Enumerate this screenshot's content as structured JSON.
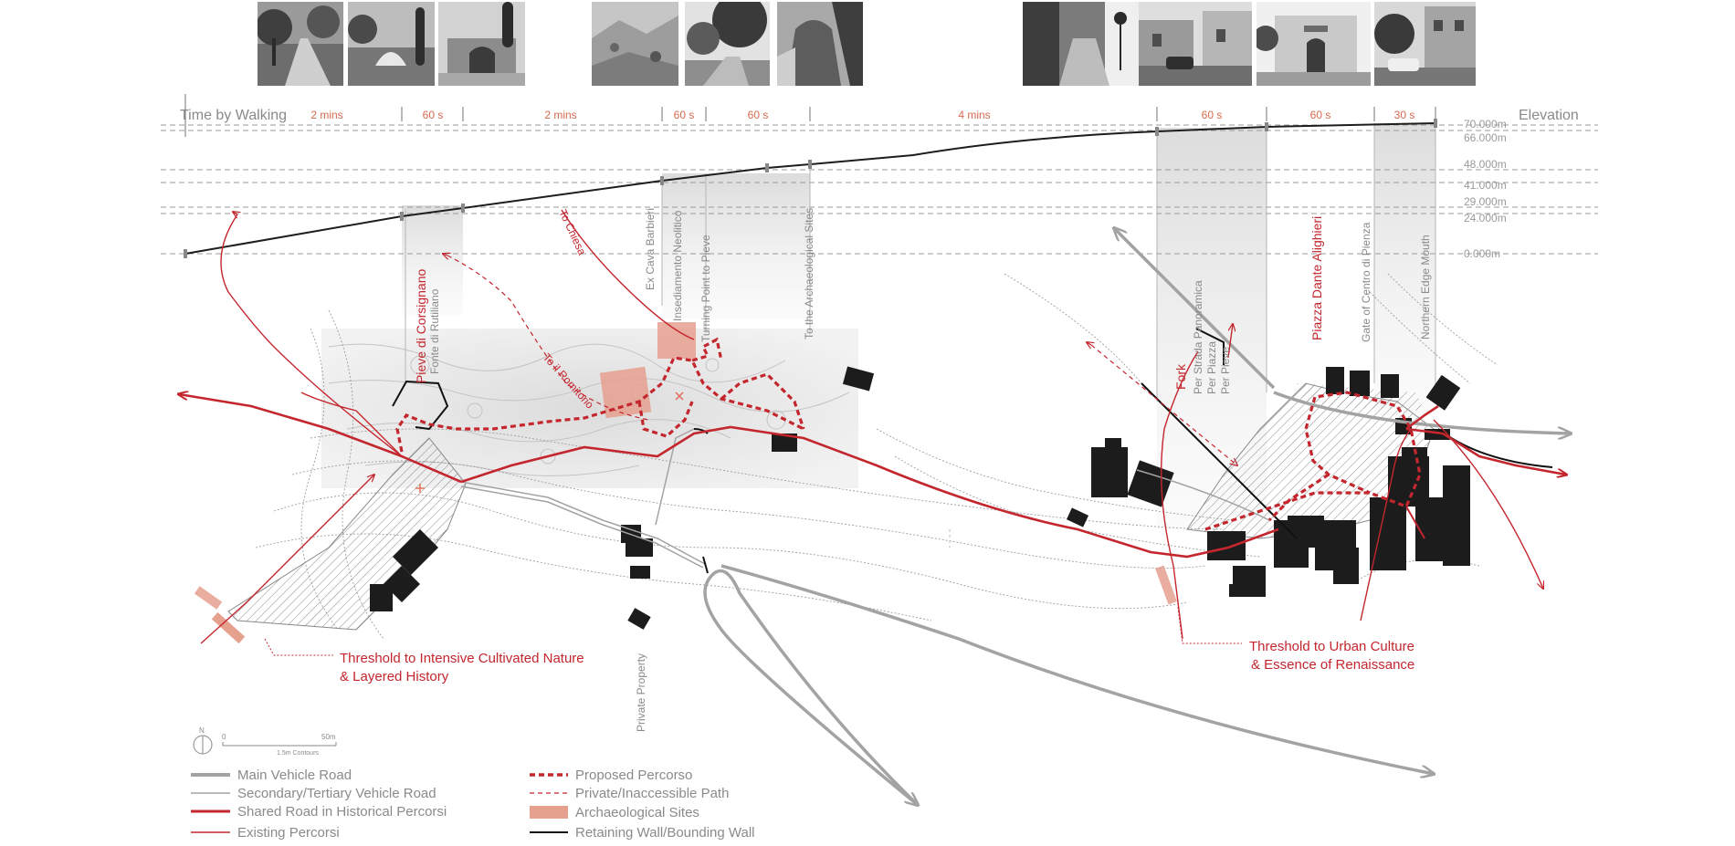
{
  "photos": [
    {
      "id": "p1",
      "subject": "country-lane-trees"
    },
    {
      "id": "p2",
      "subject": "stone-arch-cypress"
    },
    {
      "id": "p3",
      "subject": "stone-fountain"
    },
    {
      "id": "p4",
      "subject": "rocky-quarry"
    },
    {
      "id": "p5",
      "subject": "woodland-path"
    },
    {
      "id": "p6",
      "subject": "rock-outcrop"
    },
    {
      "id": "p7",
      "subject": "narrow-street-sign"
    },
    {
      "id": "p8",
      "subject": "village-road"
    },
    {
      "id": "p9",
      "subject": "town-gate-building"
    },
    {
      "id": "p10",
      "subject": "town-street"
    }
  ],
  "header": {
    "time_label": "Time by Walking",
    "elevation_label": "Elevation"
  },
  "walking_times": [
    "2 mins",
    "60 s",
    "2 mins",
    "60 s",
    "60 s",
    "4 mins",
    "60 s",
    "60 s",
    "30 s"
  ],
  "elevations": [
    "70.000m",
    "66.000m",
    "48.000m",
    "41.000m",
    "29.000m",
    "24.000m",
    "0.000m"
  ],
  "waypoints": {
    "pieve": "Pieve di Corsignano",
    "fonte": "Fonte di Rutiliano",
    "to_chiesa": "To Chiesa",
    "to_romitorio": "To il Romitorio",
    "ex_cava": "Ex Cava Barbieri",
    "insediamento": "Insediamento Neolitico",
    "turning_point": "Turning Point to Pieve",
    "archaeological": "To the Archaeological Sites",
    "fork": "Fork",
    "per_strada": "Per Strada Panoramica",
    "per_piazza": "Per Piazza",
    "per_pieve": "Per Pieve",
    "piazza": "Piazza Dante Alighieri",
    "gate": "Gate of Centro di Pienza",
    "northern": "Northern Edge Mouth",
    "private_property": "Private Property"
  },
  "thresholds": {
    "left_line1": "Threshold to Intensive Cultivated Nature",
    "left_line2": "& Layered History",
    "right_line1": "Threshold to Urban Culture",
    "right_line2": "& Essence of Renaissance"
  },
  "scale": {
    "north": "N",
    "start": "0",
    "end": "50m",
    "contours": "1.5m Contours"
  },
  "legend": {
    "left": [
      {
        "label": "Main Vehicle Road",
        "style": "main-road"
      },
      {
        "label": "Secondary/Tertiary Vehicle Road",
        "style": "secondary-road"
      },
      {
        "label": "Shared Road in Historical Percorsi",
        "style": "shared-road"
      },
      {
        "label": "Existing Percorsi",
        "style": "existing"
      }
    ],
    "right": [
      {
        "label": "Proposed Percorso",
        "style": "proposed"
      },
      {
        "label": "Private/Inaccessible Path",
        "style": "private"
      },
      {
        "label": "Archaeological Sites",
        "style": "archaeo"
      },
      {
        "label": "Retaining Wall/Bounding Wall",
        "style": "wall"
      }
    ]
  },
  "colors": {
    "accent_red": "#c4262e",
    "salmon": "#e6a08e",
    "grey_road": "#a3a3a3",
    "grey_text": "#8a8a8a",
    "orange_text": "#d66a4e",
    "building": "#1c1c1c"
  }
}
